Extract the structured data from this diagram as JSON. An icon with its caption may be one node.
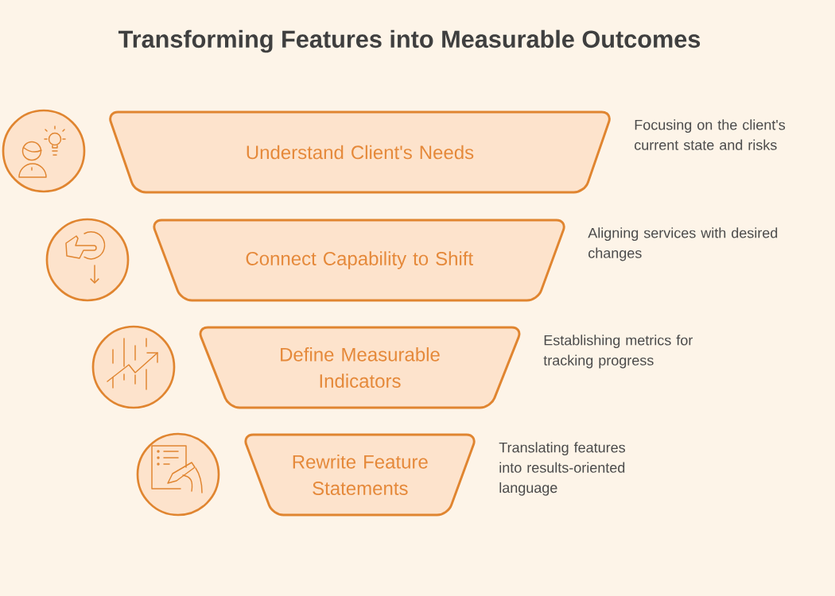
{
  "diagram": {
    "title": "Transforming Features into Measurable Outcomes",
    "nodes": [
      {
        "text": [
          "Understand Client's Needs"
        ],
        "beside": [
          "Focusing on the client's current state and risks"
        ]
      },
      {
        "text": [
          "Connect Capability to Shift"
        ],
        "beside": [
          "Aligning services with desired changes"
        ]
      },
      {
        "text": [
          "Define Measurable Indicators"
        ],
        "beside": [
          "Establishing metrics for tracking progress"
        ]
      },
      {
        "text": [
          "Rewrite Feature Statements"
        ],
        "beside": [
          "Translating features into results-oriented language"
        ]
      }
    ]
  }
}
